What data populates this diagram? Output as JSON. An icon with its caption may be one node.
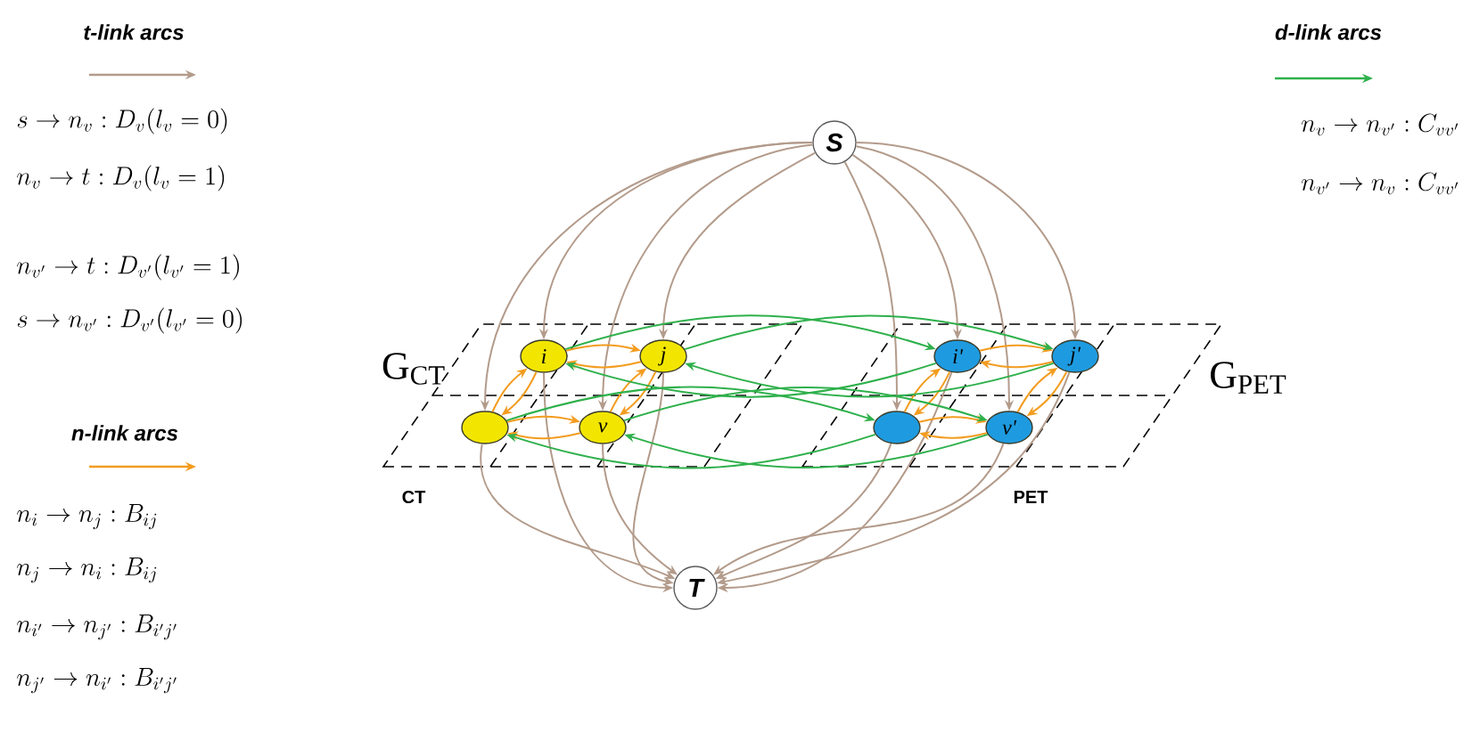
{
  "diagram": {
    "nodes": [
      {
        "text": [
          "S"
        ]
      },
      {
        "text": [
          "G$_{CT}$",
          "CT"
        ]
      },
      {
        "text": [
          "i"
        ],
        "in": 1
      },
      {
        "text": [
          "j"
        ],
        "in": 1
      },
      {
        "text": [],
        "shape": "circle",
        "in": 1
      },
      {
        "text": [
          "v"
        ],
        "in": 1
      },
      {
        "text": [
          "G$_{PET}$",
          "PET"
        ]
      },
      {
        "text": [
          "i'"
        ],
        "in": 6
      },
      {
        "text": [
          "j'"
        ],
        "in": 6
      },
      {
        "text": [],
        "shape": "circle",
        "in": 6
      },
      {
        "text": [
          "v'"
        ],
        "in": 6
      },
      {
        "text": [
          "T"
        ]
      }
    ],
    "edges": [
      {
        "from": 0,
        "to": 2,
        "arrow": "to"
      },
      {
        "from": 0,
        "to": 3,
        "arrow": "to"
      },
      {
        "from": 0,
        "to": 4,
        "arrow": "to"
      },
      {
        "from": 0,
        "to": 5,
        "arrow": "to"
      },
      {
        "from": 0,
        "to": 7,
        "arrow": "to"
      },
      {
        "from": 0,
        "to": 8,
        "arrow": "to"
      },
      {
        "from": 0,
        "to": 9,
        "arrow": "to"
      },
      {
        "from": 0,
        "to": 10,
        "arrow": "to"
      },
      {
        "from": 2,
        "to": 11,
        "arrow": "to"
      },
      {
        "from": 3,
        "to": 11,
        "arrow": "to"
      },
      {
        "from": 4,
        "to": 11,
        "arrow": "to"
      },
      {
        "from": 5,
        "to": 11,
        "arrow": "to"
      },
      {
        "from": 7,
        "to": 11,
        "arrow": "to"
      },
      {
        "from": 8,
        "to": 11,
        "arrow": "to"
      },
      {
        "from": 9,
        "to": 11,
        "arrow": "to"
      },
      {
        "from": 10,
        "to": 11,
        "arrow": "to"
      },
      {
        "from": 2,
        "to": 3,
        "arrow": "to",
        "color": "#f39c1f"
      },
      {
        "from": 3,
        "to": 2,
        "arrow": "to",
        "color": "#f39c1f"
      },
      {
        "from": 2,
        "to": 4,
        "arrow": "to",
        "color": "#f39c1f"
      },
      {
        "from": 4,
        "to": 2,
        "arrow": "to",
        "color": "#f39c1f"
      },
      {
        "from": 3,
        "to": 5,
        "arrow": "to",
        "color": "#f39c1f"
      },
      {
        "from": 5,
        "to": 3,
        "arrow": "to",
        "color": "#f39c1f"
      },
      {
        "from": 4,
        "to": 5,
        "arrow": "to",
        "color": "#f39c1f"
      },
      {
        "from": 5,
        "to": 4,
        "arrow": "to",
        "color": "#f39c1f"
      },
      {
        "from": 7,
        "to": 8,
        "arrow": "to",
        "color": "#f39c1f"
      },
      {
        "from": 8,
        "to": 7,
        "arrow": "to",
        "color": "#f39c1f"
      },
      {
        "from": 7,
        "to": 9,
        "arrow": "to",
        "color": "#f39c1f"
      },
      {
        "from": 9,
        "to": 7,
        "arrow": "to",
        "color": "#f39c1f"
      },
      {
        "from": 8,
        "to": 10,
        "arrow": "to",
        "color": "#f39c1f"
      },
      {
        "from": 10,
        "to": 8,
        "arrow": "to",
        "color": "#f39c1f"
      },
      {
        "from": 9,
        "to": 10,
        "arrow": "to",
        "color": "#f39c1f"
      },
      {
        "from": 10,
        "to": 9,
        "arrow": "to",
        "color": "#f39c1f"
      },
      {
        "from": 2,
        "to": 7,
        "arrow": "to",
        "color": "#2eb04b"
      },
      {
        "from": 7,
        "to": 2,
        "arrow": "to",
        "color": "#2eb04b"
      },
      {
        "from": 3,
        "to": 8,
        "arrow": "to",
        "color": "#2eb04b"
      },
      {
        "from": 8,
        "to": 3,
        "arrow": "to",
        "color": "#2eb04b"
      },
      {
        "from": 4,
        "to": 9,
        "arrow": "to",
        "color": "#2eb04b"
      },
      {
        "from": 9,
        "to": 4,
        "arrow": "to",
        "color": "#2eb04b"
      },
      {
        "from": 5,
        "to": 10,
        "arrow": "to",
        "color": "#2eb04b"
      },
      {
        "from": 10,
        "to": 5,
        "arrow": "to",
        "color": "#2eb04b"
      }
    ],
    "labels": [
      "s \\rightarrow n_v : D_v(l_v = 0)",
      "n_v \\rightarrow t : D_v(l_v = 1)",
      "n_{v'} \\rightarrow t : D_{v'}(l_{v'} = 1)",
      "s \\rightarrow n_{v'} : D_{v'}(l_{v'} = 0)",
      "n_i \\rightarrow n_j : B_{ij}",
      "n_j \\rightarrow n_i : B_{ij}",
      "n_{i'} \\rightarrow n_{j'} : B_{i'j'}",
      "n_{j'} \\rightarrow n_{i'} : B_{i'j'}",
      "n_v \\rightarrow n_{v'} : C_{vv'}",
      "n_{v'} \\rightarrow n_v : C_{vv'}"
    ],
    "legend": [
      {
        "text": "t-link arcs"
      },
      {
        "text": "n-link arcs"
      },
      {
        "text": "d-link arcs"
      }
    ]
  }
}
